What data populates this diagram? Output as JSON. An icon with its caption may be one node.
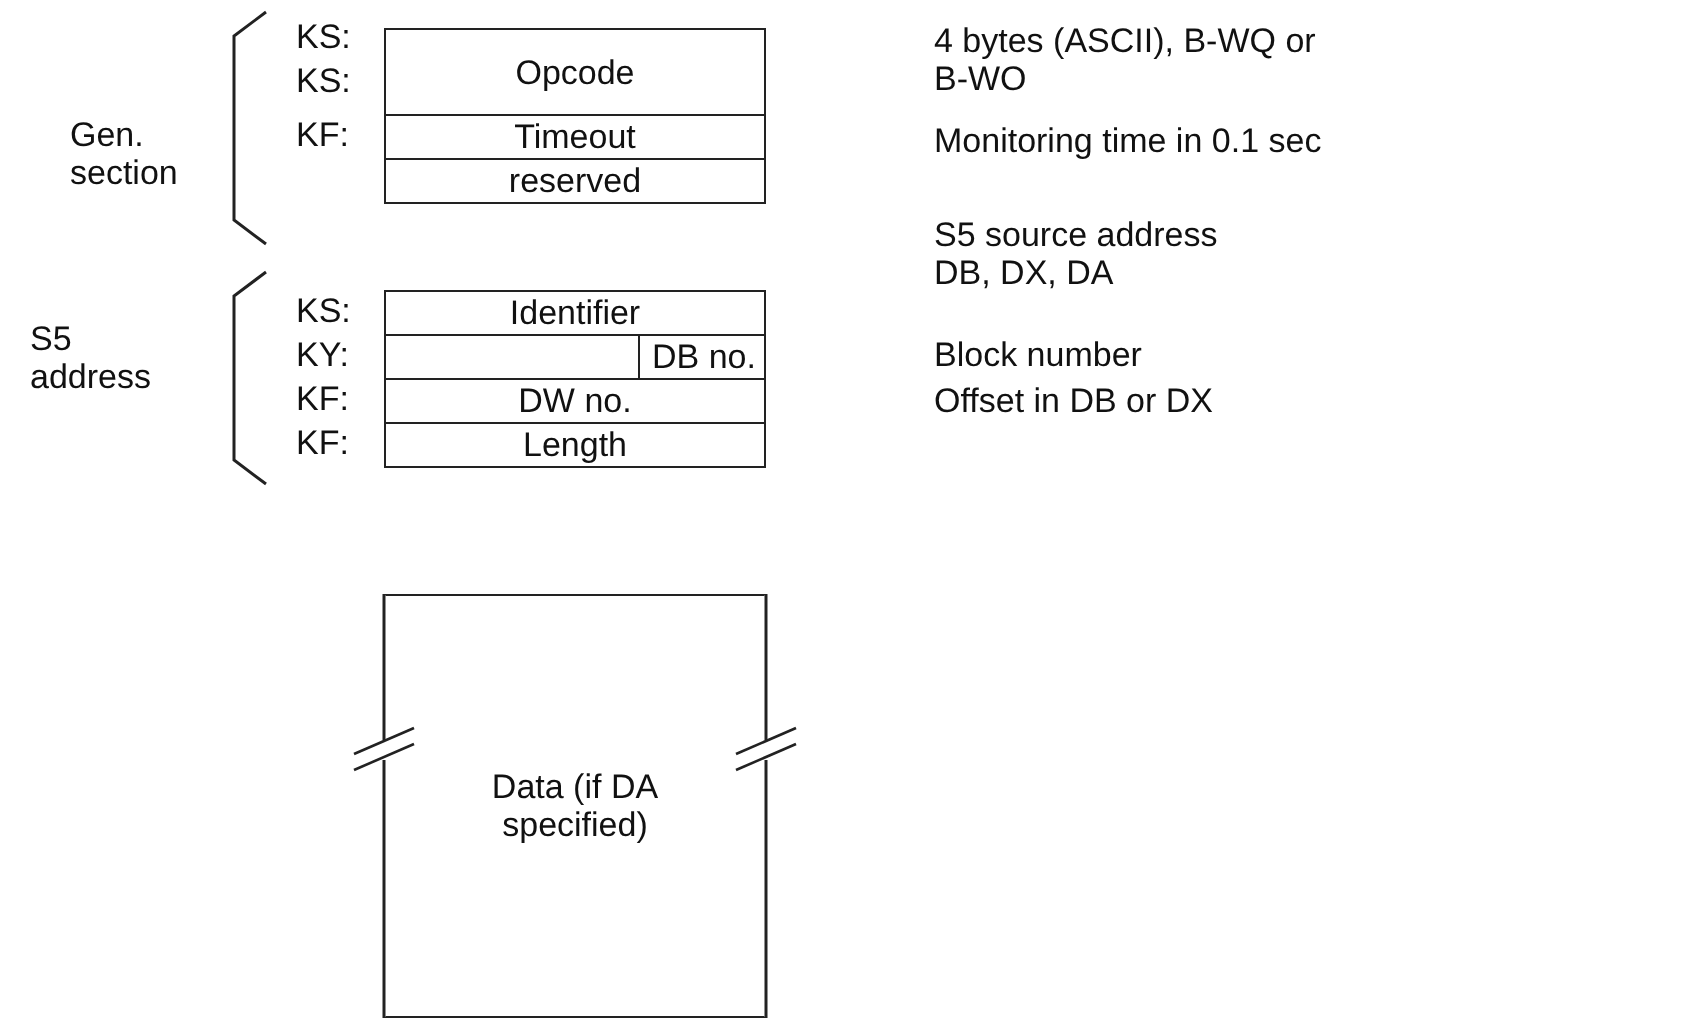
{
  "diagram": {
    "nodes": [
      {
        "text": [
          "Opcode"
        ]
      },
      {
        "text": [
          "Timeout"
        ]
      },
      {
        "text": [
          "reserved"
        ]
      },
      {
        "text": [
          "Identifier"
        ]
      },
      {
        "text": [],
        "shape": "box"
      },
      {
        "text": [
          "DB no."
        ]
      },
      {
        "text": [
          "DW no."
        ]
      },
      {
        "text": [
          "Length"
        ]
      },
      {
        "text": [
          "Data (if DA specified)"
        ]
      }
    ],
    "labels": [
      "KS:",
      "4 bytes (ASCII), B-WQ or B-WO",
      "Gen. section",
      "KS:",
      "KF:",
      "Monitoring time in 0.1 sec",
      "S5 source address DB, DX, DA",
      "KS:",
      "S5 address",
      "KY:",
      "Block number",
      "KF:",
      "Offset in DB or DX",
      "KF:"
    ]
  }
}
